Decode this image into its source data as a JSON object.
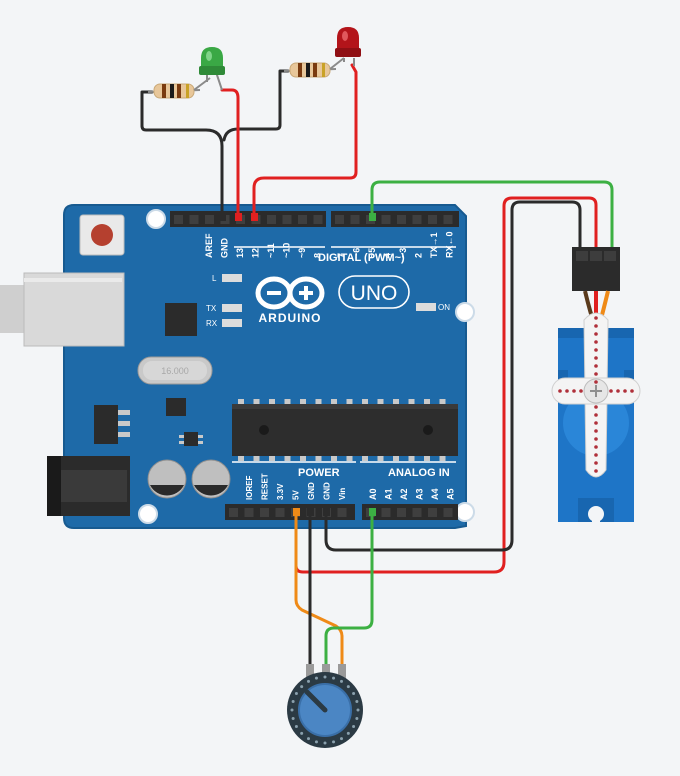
{
  "board": {
    "brand": "ARDUINO",
    "model": "UNO",
    "crystal_text": "16.000",
    "digital_header_label": "DIGITAL (PWM~)",
    "power_header_label": "POWER",
    "analog_header_label": "ANALOG IN",
    "top_pin_labels_left": [
      "AREF",
      "GND",
      "13",
      "12",
      "~11",
      "~10",
      "~9",
      "8"
    ],
    "top_pin_labels_right": [
      "7",
      "~6",
      "~5",
      "4",
      "~3",
      "2",
      "TX→1",
      "RX←0"
    ],
    "power_pin_labels": [
      "IOREF",
      "RESET",
      "3.3V",
      "5V",
      "GND",
      "GND",
      "Vin"
    ],
    "analog_pin_labels": [
      "A0",
      "A1",
      "A2",
      "A3",
      "A4",
      "A5"
    ],
    "led_labels": {
      "l": "L",
      "tx": "TX",
      "rx": "RX",
      "on": "ON"
    }
  },
  "components": {
    "leds": [
      {
        "id": "led-green",
        "color": "green"
      },
      {
        "id": "led-red",
        "color": "red"
      }
    ],
    "resistors": 2,
    "servo": "micro servo",
    "potentiometer": "rotary potentiometer"
  },
  "colors": {
    "board": "#1e6aa8",
    "board_dark": "#18588d",
    "wire_black": "#2b2b2b",
    "wire_red": "#e02020",
    "wire_green": "#3cb043",
    "wire_orange": "#ef8a17",
    "servo_blue": "#1e75c7",
    "led_green": "#3aa845",
    "led_red": "#b3141a",
    "pot_blue": "#4b86c4",
    "background": "#f3f5f7"
  }
}
